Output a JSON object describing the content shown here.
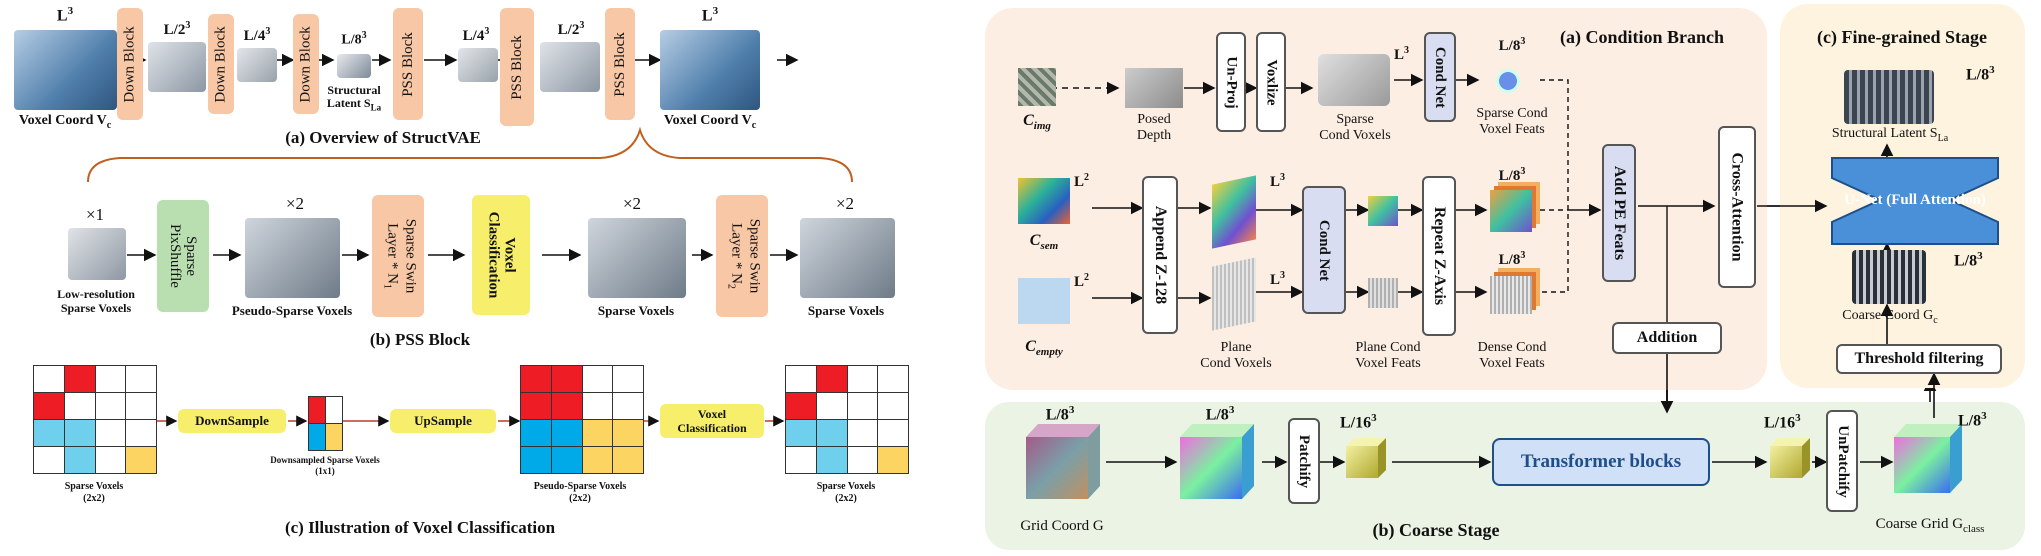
{
  "colors": {
    "orange_block": "#f7c7a6",
    "green_block": "#b9dfb0",
    "yellow_block": "#f7ef6b",
    "condition_bg": "#fdeee3",
    "coarse_bg": "#eaf3e4",
    "fine_bg": "#fdf3df",
    "unet_blue": "#4a90d9",
    "transformer_blue": "#cfe0f7",
    "grid_red": "#ee1c25",
    "grid_cyan": "#6fd0ee",
    "grid_blue": "#00a9e8",
    "grid_yellow": "#fcd462"
  },
  "panel_a": {
    "caption": "(a) Overview of StructVAE",
    "left_label": "Voxel Coord V",
    "left_sub": "c",
    "right_label": "Voxel Coord V",
    "right_sub": "c",
    "down_block": "Down Block",
    "pss_block": "PSS Block",
    "latent_label_1": "Structural",
    "latent_label_2": "Latent S",
    "latent_sub": "La",
    "res_top_left": "L",
    "res_top_left_exp": "3",
    "res_2": "L/2",
    "res_2_exp": "3",
    "res_4": "L/4",
    "res_4_exp": "3",
    "res_8": "L/8",
    "res_8_exp": "3",
    "res_4b": "L/4",
    "res_4b_exp": "3",
    "res_2b": "L/2",
    "res_2b_exp": "3",
    "res_top_right": "L",
    "res_top_right_exp": "3"
  },
  "panel_b": {
    "caption": "(b)  PSS Block",
    "low_res_1": "Low-resolution",
    "low_res_2": "Sparse Voxels",
    "mult_1": "×1",
    "mult_2": "×2",
    "mult_3": "×2",
    "mult_4": "×2",
    "pixshuffle_1": "Sparse",
    "pixshuffle_2": "PixShuffle",
    "pseudo": "Pseudo-Sparse Voxels",
    "swin1_a": "Sparse Swin",
    "swin1_b": "Layer * N",
    "swin1_sub": "1",
    "voxel_cls_a": "Voxel",
    "voxel_cls_b": "Classification",
    "sparse_mid": "Sparse Voxels",
    "swin2_a": "Sparse Swin",
    "swin2_b": "Layer * N",
    "swin2_sub": "2",
    "sparse_end": "Sparse Voxels"
  },
  "panel_c": {
    "caption": "(c) Illustration of Voxel Classification",
    "downsample": "DownSample",
    "upsample": "UpSample",
    "voxel_cls_a": "Voxel",
    "voxel_cls_b": "Classification",
    "g1_a": "Sparse Voxels",
    "g1_b": "(2x2)",
    "g2_a": "Downsampled Sparse Voxels",
    "g2_b": "(1x1)",
    "g3_a": "Pseudo-Sparse Voxels",
    "g3_b": "(2x2)",
    "g4_a": "Sparse Voxels",
    "g4_b": "(2x2)"
  },
  "condition": {
    "title": "(a) Condition Branch",
    "c_img": "C",
    "c_img_sub": "img",
    "posed_1": "Posed",
    "posed_2": "Depth",
    "unproj": "Un-Proj",
    "voxlize": "Voxlize",
    "sparse_cond_1": "Sparse",
    "sparse_cond_2": "Cond Voxels",
    "l3_a": "L",
    "l3_a_exp": "3",
    "cond_net_1": "Cond Net",
    "l8_a": "L/8",
    "l8_a_exp": "3",
    "sparse_feats_1": "Sparse Cond",
    "sparse_feats_2": "Voxel Feats",
    "c_sem": "C",
    "c_sem_sub": "sem",
    "l2_sem": "L",
    "l2_sem_exp": "2",
    "append": "Append Z-128",
    "l3_b": "L",
    "l3_b_exp": "3",
    "cond_net_2": "Cond Net",
    "repeat": "Repeat Z-Axis",
    "l8_b": "L/8",
    "l8_b_exp": "3",
    "c_empty": "C",
    "c_empty_sub": "empty",
    "l2_empty": "L",
    "l2_empty_exp": "2",
    "l3_c": "L",
    "l3_c_exp": "3",
    "l8_c": "L/8",
    "l8_c_exp": "3",
    "plane_1": "Plane",
    "plane_2": "Cond Voxels",
    "plane_feats_1": "Plane Cond",
    "plane_feats_2": "Voxel Feats",
    "dense_feats_1": "Dense Cond",
    "dense_feats_2": "Voxel Feats",
    "add_pe": "Add PE Feats",
    "cross_attn": "Cross-Attention",
    "addition": "Addition"
  },
  "fine": {
    "title": "(c) Fine-grained Stage",
    "l8_top": "L/8",
    "l8_top_exp": "3",
    "structural_latent": "Structural Latent S",
    "structural_latent_sub": "La",
    "unet": "U-Net (Full Attention)",
    "l8_mid": "L/8",
    "l8_mid_exp": "3",
    "coarse_coord": "Coarse Coord G",
    "coarse_coord_sub": "c",
    "threshold": "Threshold filtering"
  },
  "coarse": {
    "title": "(b) Coarse Stage",
    "grid_coord": "Grid Coord G",
    "l8_1": "L/8",
    "l8_1_exp": "3",
    "l8_2": "L/8",
    "l8_2_exp": "3",
    "patchify": "Patchify",
    "l16_1": "L/16",
    "l16_1_exp": "3",
    "transformer": "Transformer blocks",
    "l16_2": "L/16",
    "l16_2_exp": "3",
    "unpatchify": "UnPatchify",
    "l8_3": "L/8",
    "l8_3_exp": "3",
    "coarse_grid": "Coarse Grid G",
    "coarse_grid_sub": "class"
  }
}
